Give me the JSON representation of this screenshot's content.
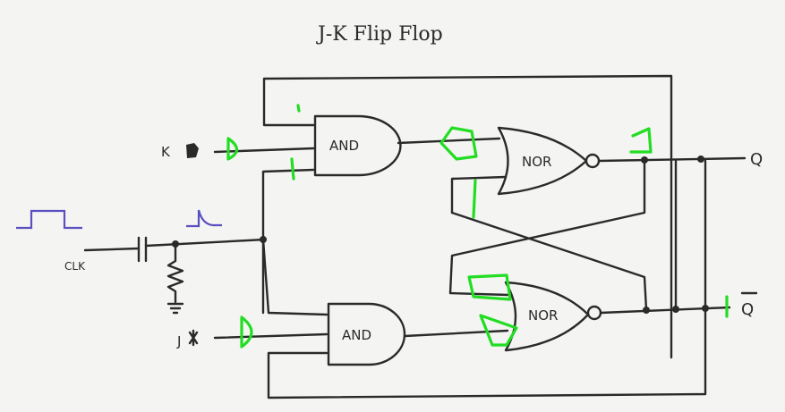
{
  "diagram": {
    "title": "J-K  Flip Flop",
    "gates": {
      "and_top": "AND",
      "and_bottom": "AND",
      "nor_top": "NOR",
      "nor_bottom": "NOR"
    },
    "labels": {
      "k_input": "K",
      "j_input": "J",
      "clk": "CLK",
      "q": "Q",
      "q_bar": "Q"
    },
    "colors": {
      "ink": "#2a2a2a",
      "pulse": "#5a4fc0",
      "annotation": "#22dd22",
      "background": "#f4f4f2"
    }
  }
}
